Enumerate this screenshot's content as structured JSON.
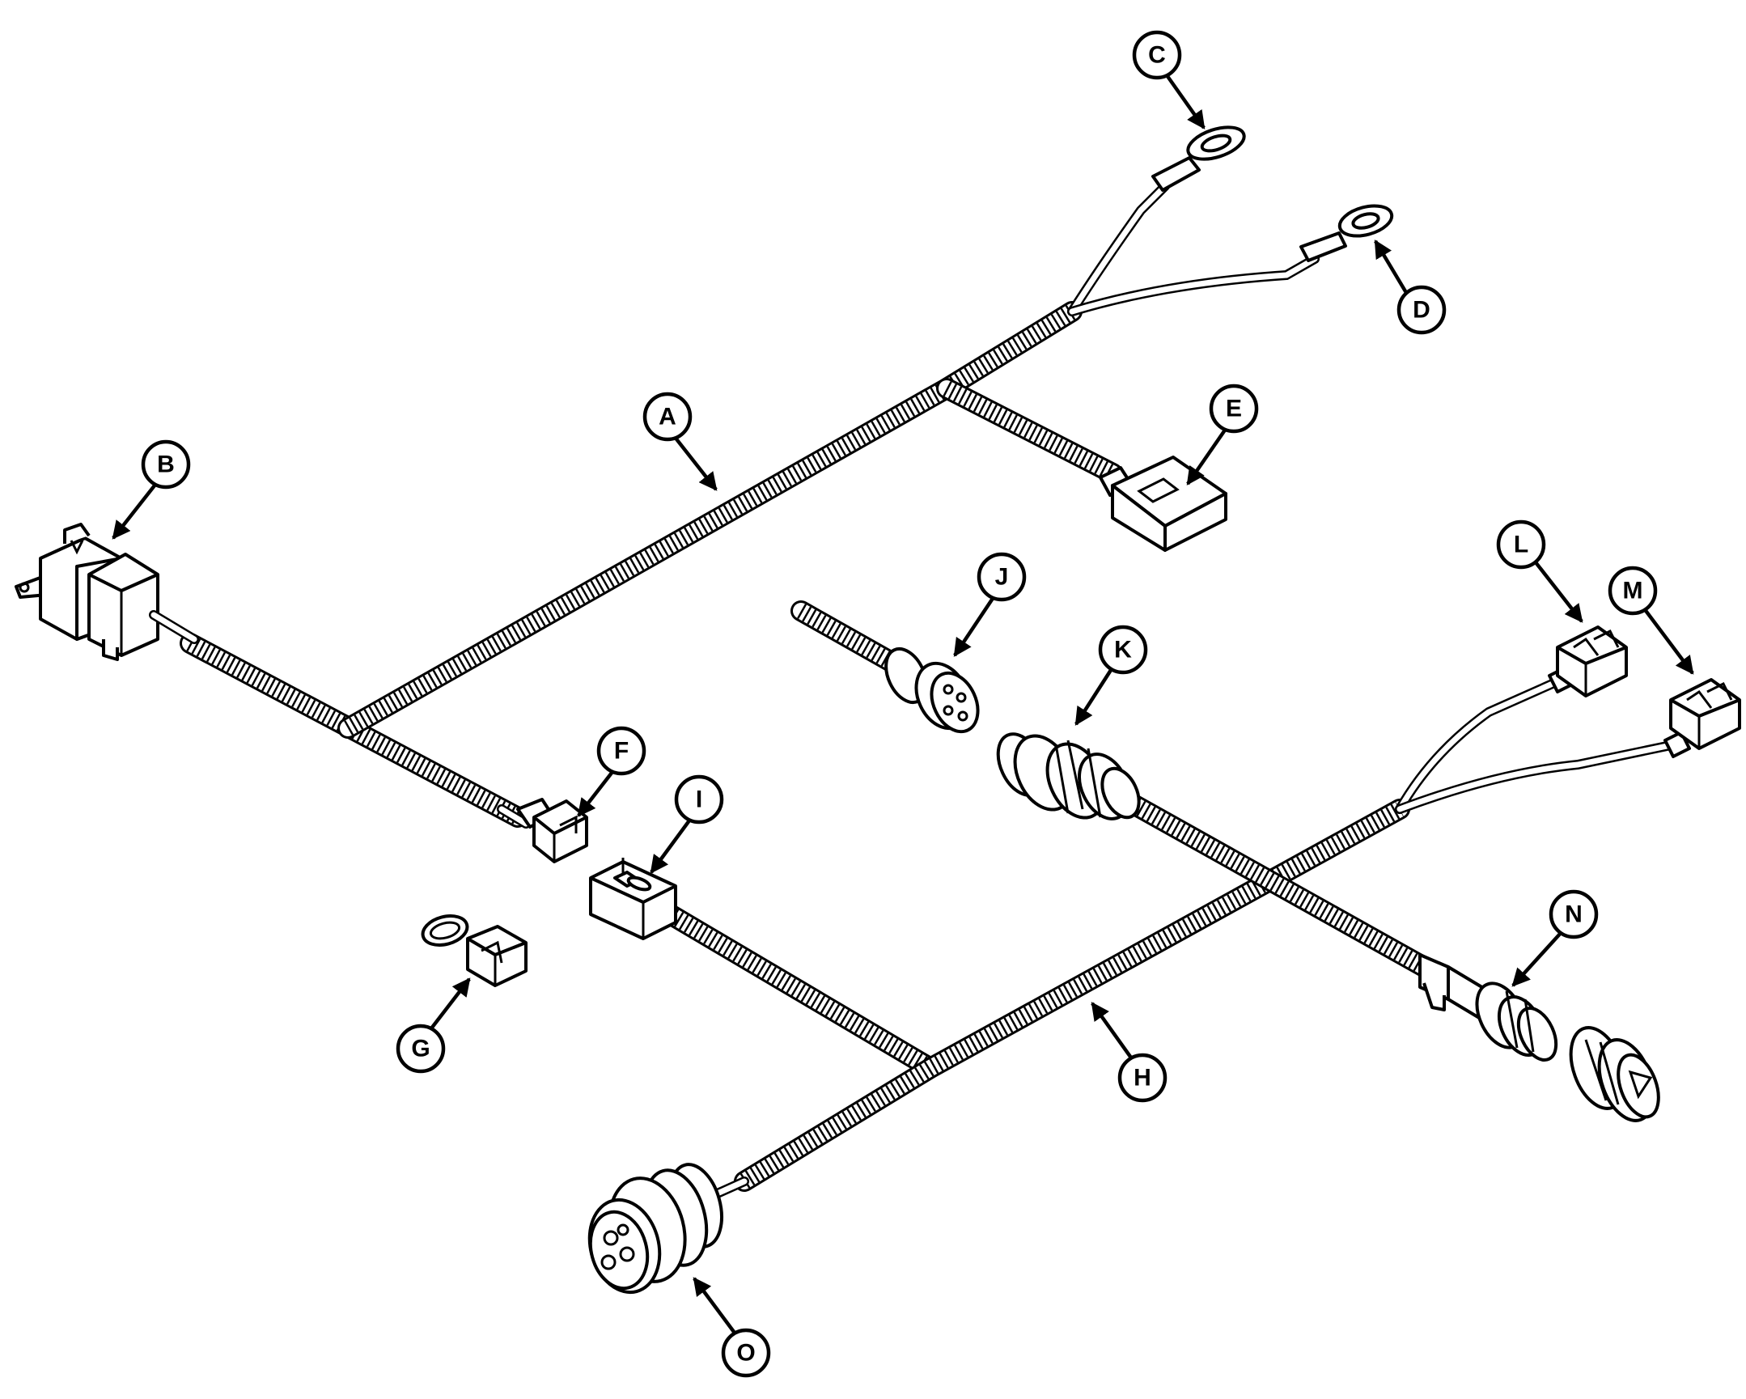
{
  "callouts": [
    {
      "id": "A",
      "label": "A"
    },
    {
      "id": "B",
      "label": "B"
    },
    {
      "id": "C",
      "label": "C"
    },
    {
      "id": "D",
      "label": "D"
    },
    {
      "id": "E",
      "label": "E"
    },
    {
      "id": "F",
      "label": "F"
    },
    {
      "id": "G",
      "label": "G"
    },
    {
      "id": "H",
      "label": "H"
    },
    {
      "id": "I",
      "label": "I"
    },
    {
      "id": "J",
      "label": "J"
    },
    {
      "id": "K",
      "label": "K"
    },
    {
      "id": "L",
      "label": "L"
    },
    {
      "id": "M",
      "label": "M"
    },
    {
      "id": "N",
      "label": "N"
    },
    {
      "id": "O",
      "label": "O"
    }
  ],
  "colors": {
    "line": "#000000",
    "background": "#ffffff"
  }
}
